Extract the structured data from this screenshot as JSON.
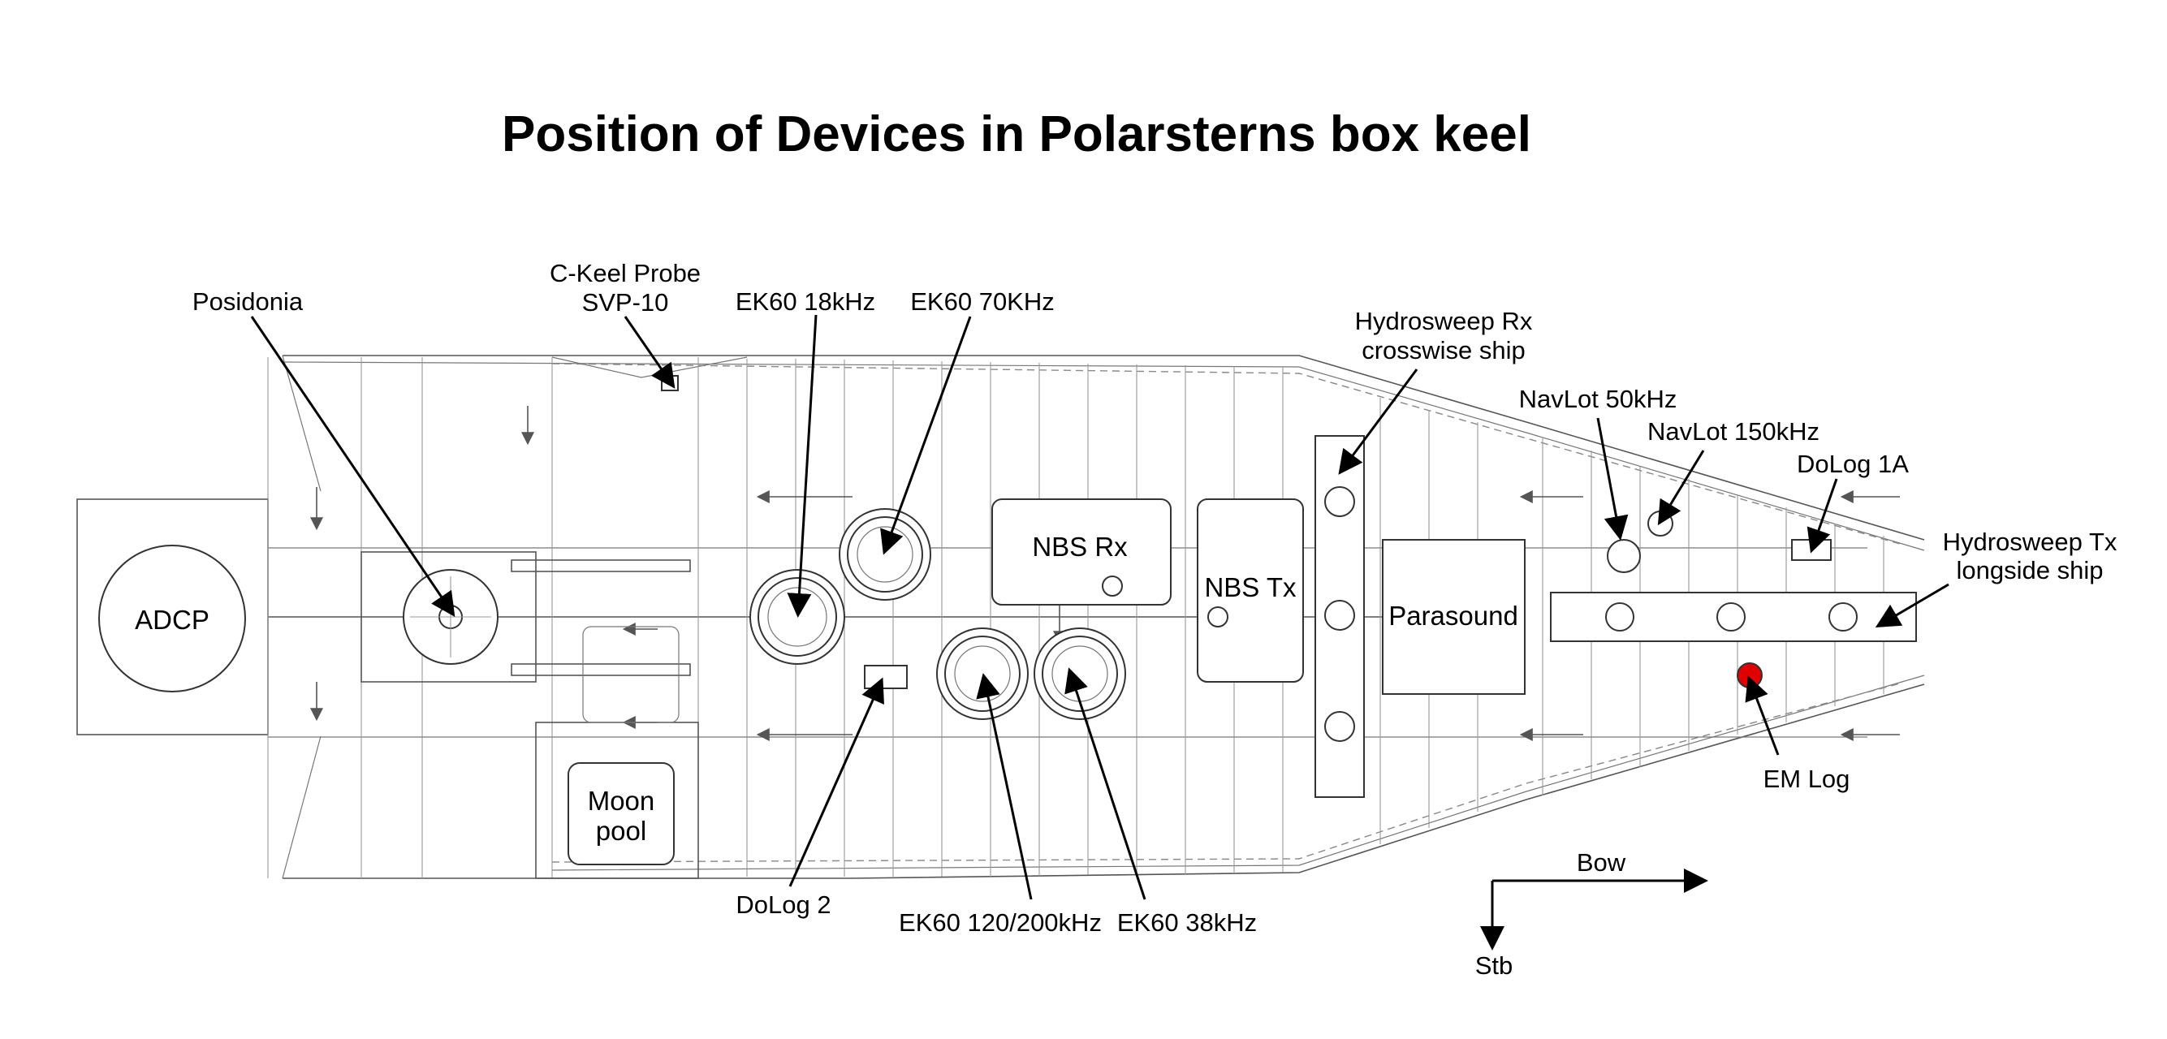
{
  "title": "Position of Devices in Polarsterns box keel",
  "labels": {
    "posidonia": "Posidonia",
    "ckeel_1": "C-Keel Probe",
    "ckeel_2": "SVP-10",
    "ek60_18": "EK60 18kHz",
    "ek60_70": "EK60 70KHz",
    "hsrx_1": "Hydrosweep Rx",
    "hsrx_2": "crosswise ship",
    "navlot50": "NavLot 50kHz",
    "navlot150": "NavLot 150kHz",
    "dolog1a": "DoLog 1A",
    "hstx_1": "Hydrosweep Tx",
    "hstx_2": "longside ship",
    "adcp": "ADCP",
    "nbsrx": "NBS Rx",
    "nbstx": "NBS Tx",
    "parasound": "Parasound",
    "moon_1": "Moon",
    "moon_2": "pool",
    "emlog": "EM Log",
    "dolog2": "DoLog 2",
    "ek60_120": "EK60 120/200kHz",
    "ek60_38": "EK60 38kHz",
    "bow": "Bow",
    "stb": "Stb"
  },
  "colors": {
    "em_log_marker": "#e00000",
    "lines": "#555555",
    "text": "#000000"
  }
}
